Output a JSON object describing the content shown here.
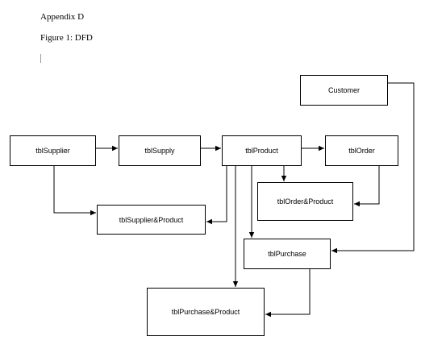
{
  "document": {
    "heading": "Appendix D",
    "caption": "Figure 1: DFD"
  },
  "nodes": {
    "customer": "Customer",
    "tblSupplier": "tblSupplier",
    "tblSupply": "tblSupply",
    "tblProduct": "tblProduct",
    "tblOrder": "tblOrder",
    "tblOrderProduct": "tblOrder&Product",
    "tblSupplierProduct": "tblSupplier&Product",
    "tblPurchase": "tblPurchase",
    "tblPurchaseProduct": "tblPurchase&Product"
  },
  "edges": [
    {
      "from": "tblSupplier",
      "to": "tblSupply"
    },
    {
      "from": "tblSupply",
      "to": "tblProduct"
    },
    {
      "from": "tblProduct",
      "to": "tblOrder"
    },
    {
      "from": "tblProduct",
      "to": "tblOrder&Product"
    },
    {
      "from": "tblOrder",
      "to": "tblOrder&Product"
    },
    {
      "from": "tblSupplier",
      "to": "tblSupplier&Product"
    },
    {
      "from": "tblProduct",
      "to": "tblSupplier&Product"
    },
    {
      "from": "tblProduct",
      "to": "tblPurchase"
    },
    {
      "from": "tblProduct",
      "to": "tblPurchase&Product"
    },
    {
      "from": "Customer",
      "to": "tblPurchase"
    },
    {
      "from": "tblPurchase",
      "to": "tblPurchase&Product"
    }
  ]
}
